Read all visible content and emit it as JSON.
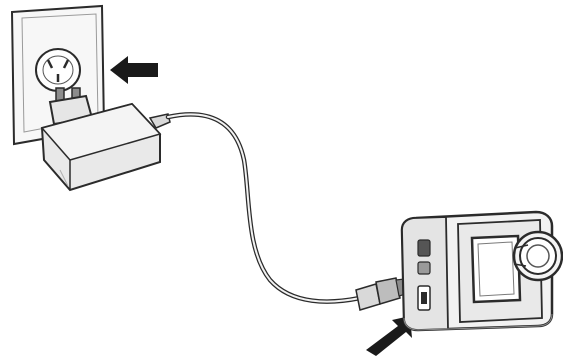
{
  "illustration": {
    "components": [
      {
        "name": "wall-outlet"
      },
      {
        "name": "power-adapter"
      },
      {
        "name": "charging-cable"
      },
      {
        "name": "usb-plug"
      },
      {
        "name": "camera-device"
      }
    ],
    "arrows": [
      {
        "name": "arrow-toward-outlet",
        "direction": "left"
      },
      {
        "name": "arrow-toward-device-port",
        "direction": "up-right"
      }
    ],
    "colors": {
      "line": "#2b2b2b",
      "fill_light": "#f2f2f2",
      "fill_mid": "#d9d9d9",
      "fill_dark": "#8c8c8c",
      "arrow": "#1a1a1a"
    }
  }
}
